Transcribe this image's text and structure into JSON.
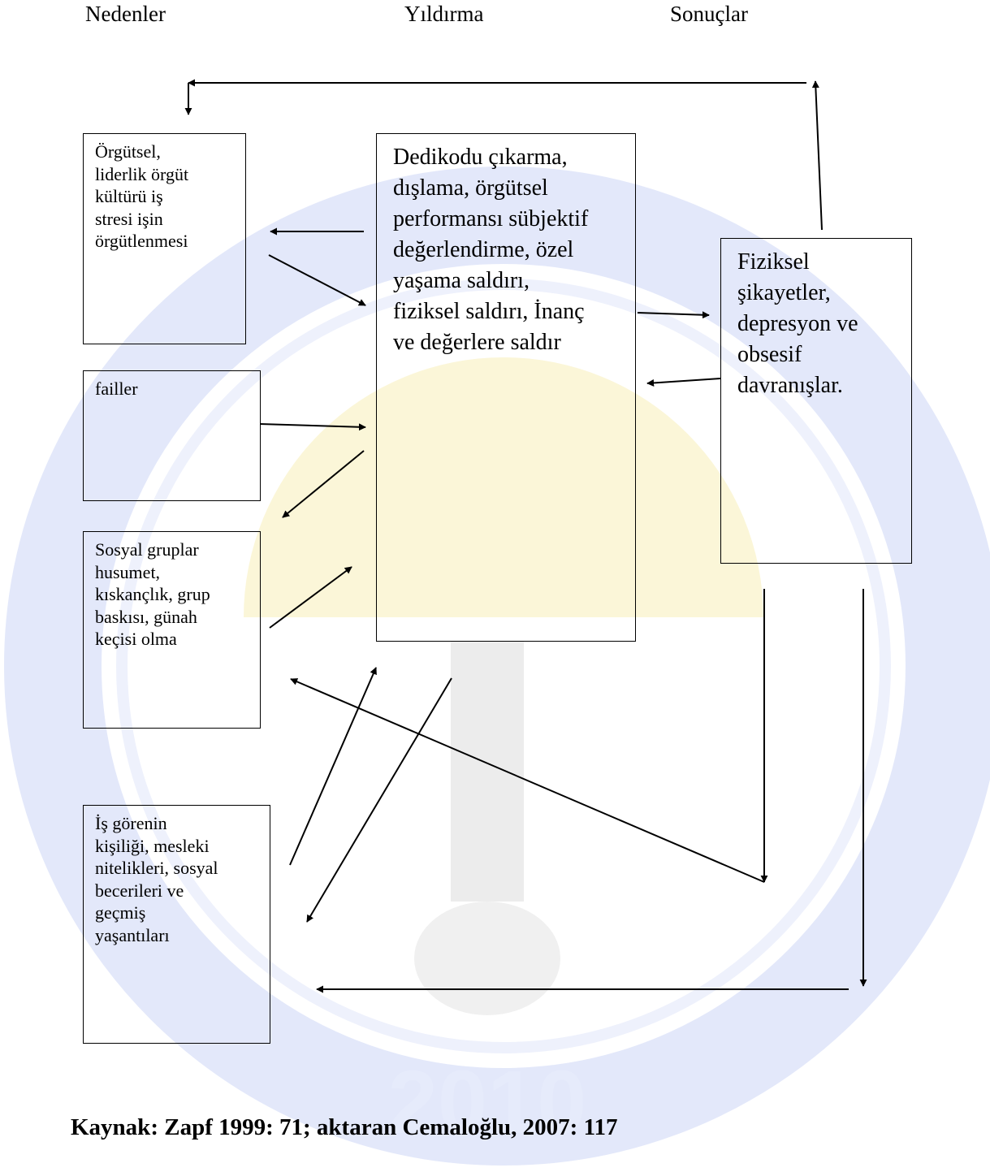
{
  "headers": {
    "causes": "Nedenler",
    "bullying": "Yıldırma",
    "consequences": "Sonuçlar"
  },
  "boxes": {
    "organizational": "Örgütsel,\nliderlik örgüt\nkültürü iş\nstresi işin\nörgütlenmesi",
    "perpetrators": "failler",
    "social_groups": "Sosyal gruplar\nhusumet,\nkıskançlık, grup\nbaskısı, günah\nkeçisi olma",
    "personality": "İş görenin\nkişiliği, mesleki\nnitelikleri, sosyal\nbecerileri ve\ngeçmiş\nyaşantıları",
    "bullying_behaviors": "Dedikodu çıkarma,\ndışlama, örgütsel\nperformansı sübjektif\ndeğerlendirme, özel\nyaşama saldırı,\nfiziksel saldırı, İnanç\nve değerlere saldır",
    "consequences": "Fiziksel\nşikayetler,\ndepresyon ve\nobsesif\ndavranışlar."
  },
  "caption": "Kaynak: Zapf 1999: 71;  aktaran Cemaloğlu, 2007: 117",
  "colors": {
    "watermark_ring": "#b9c4ee",
    "watermark_sun": "#f8f0c8",
    "watermark_figure": "#d6d6d6"
  }
}
